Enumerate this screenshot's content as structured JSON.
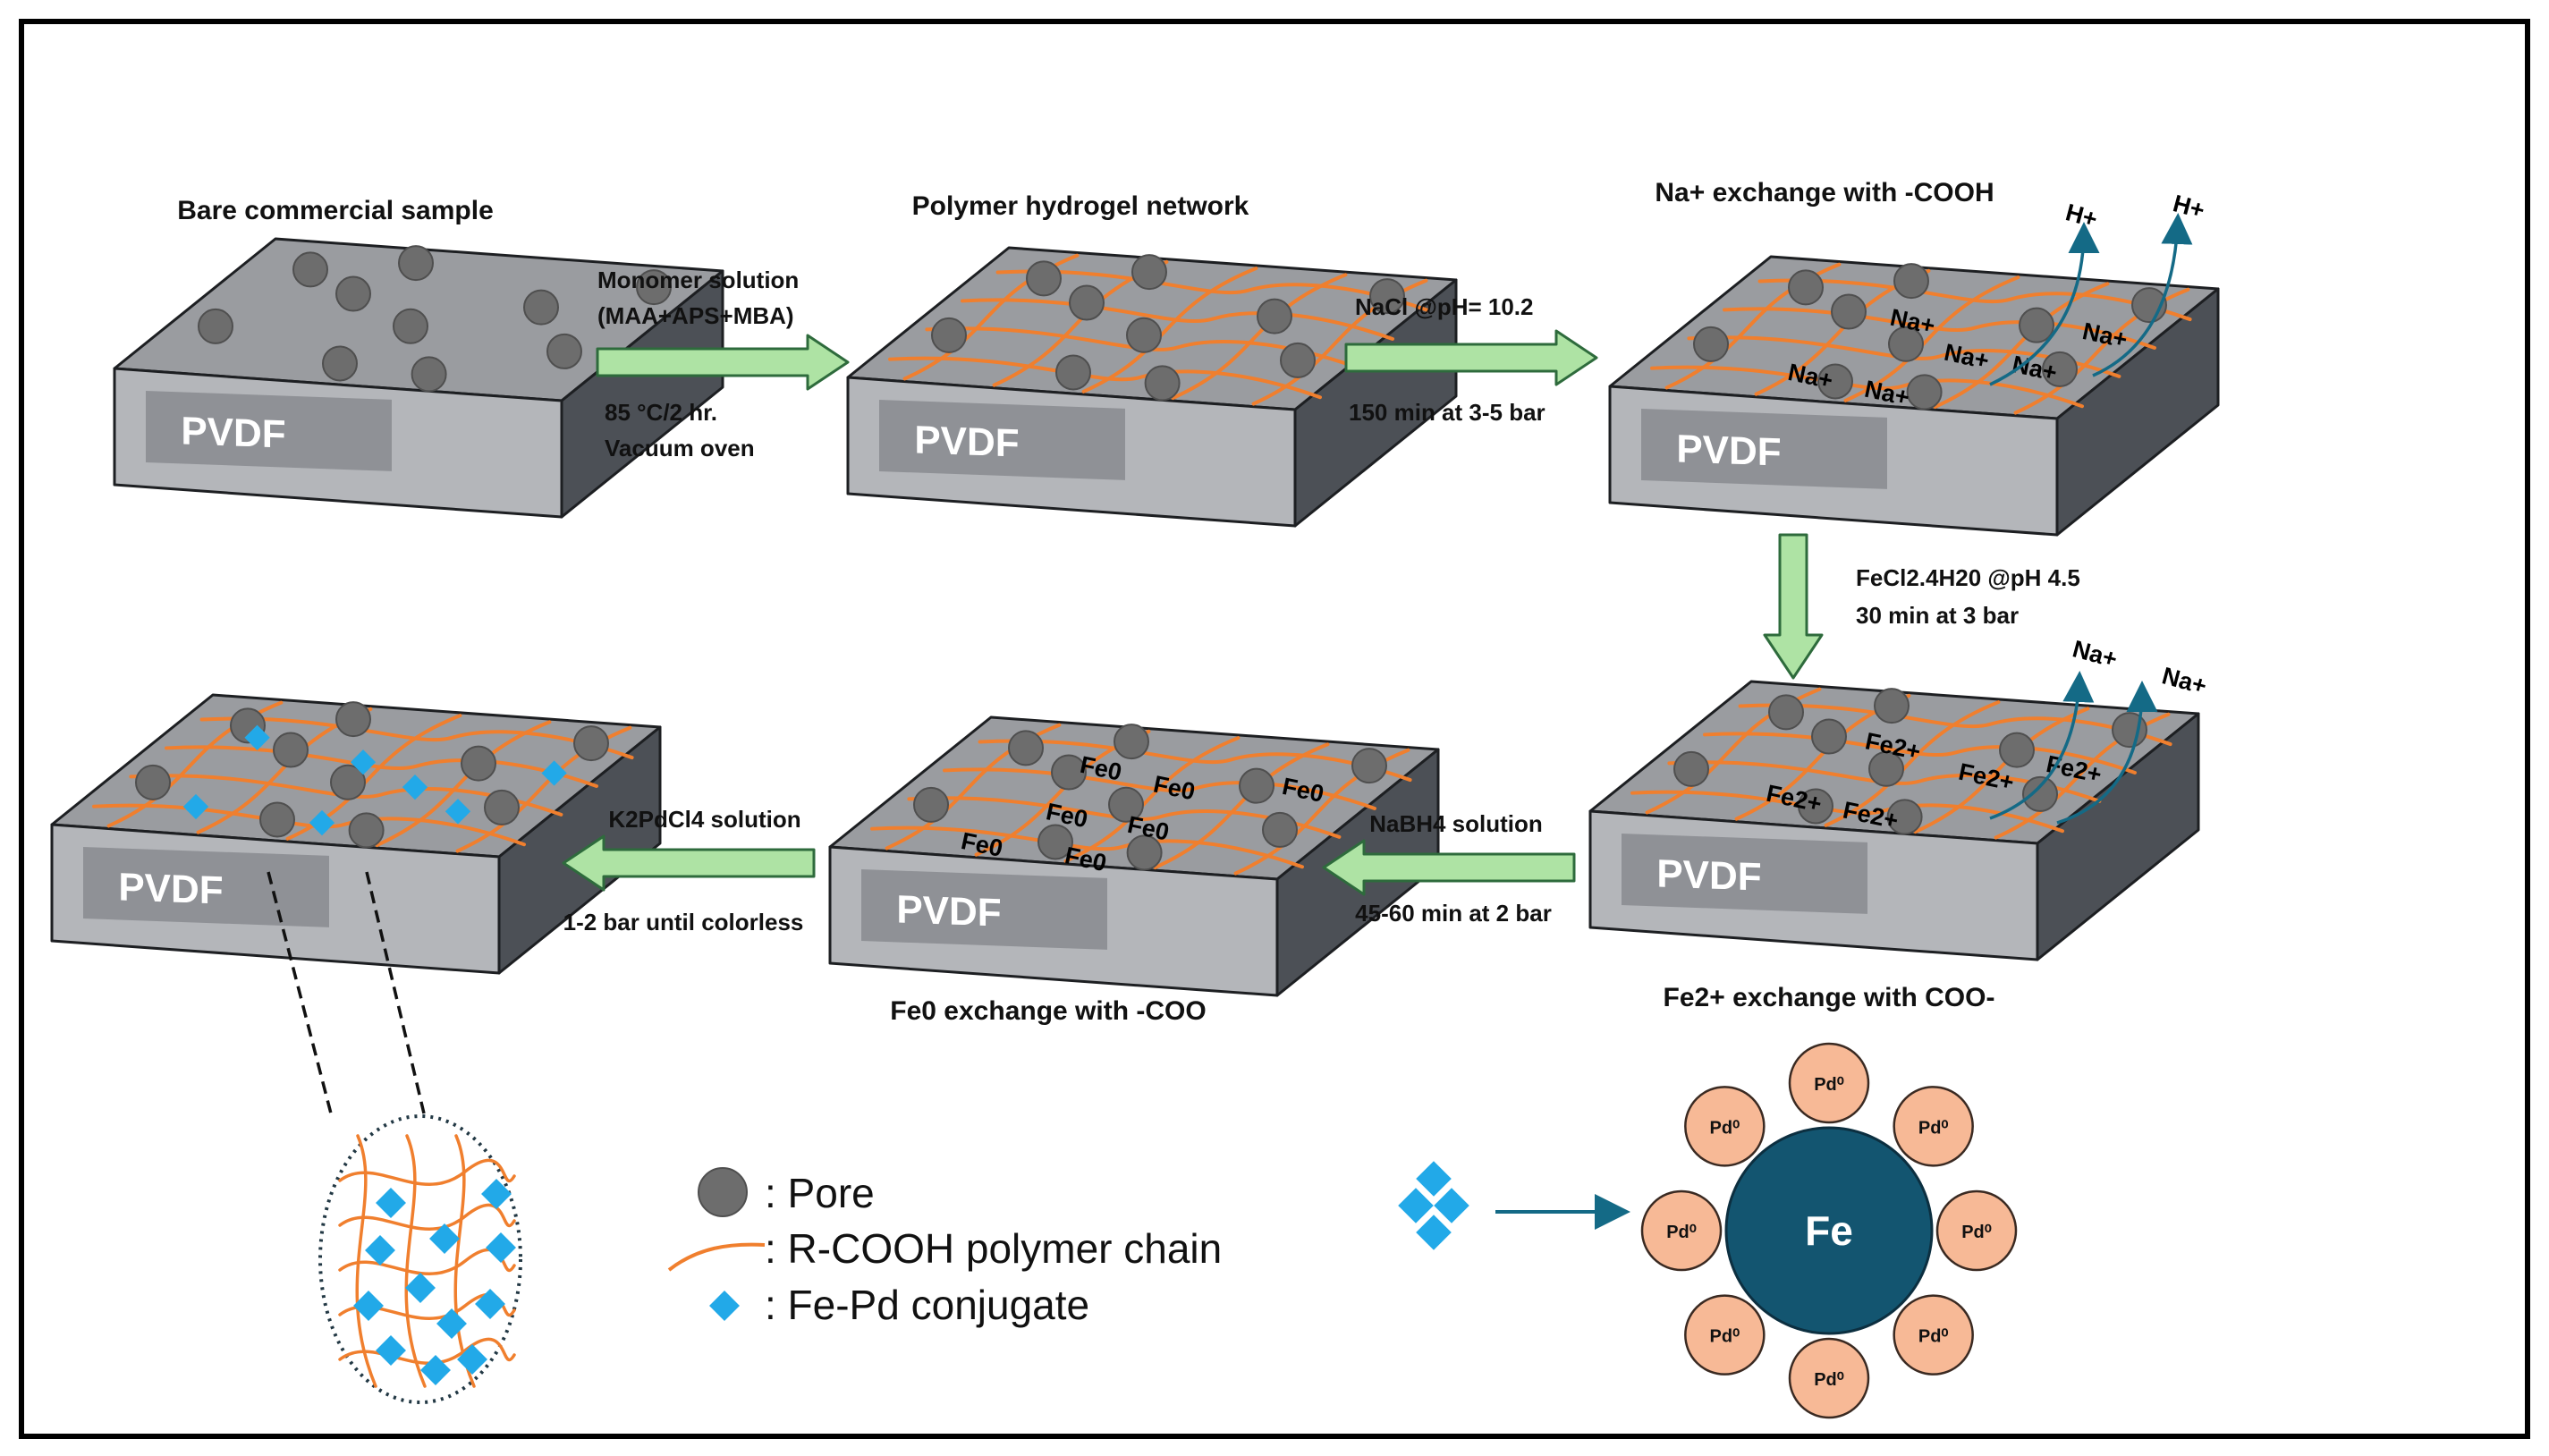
{
  "colors": {
    "border": "#000000",
    "block_top": "#9a9ca0",
    "block_front": "#b4b6ba",
    "block_side": "#4c5056",
    "pvdf_label_bg": "#8f9196",
    "pore": "#6d6d6d",
    "polymer_chain": "#f07f2e",
    "fe_pd_conjugate": "#22a9e8",
    "process_arrow_fill": "#aee3a4",
    "process_arrow_stroke": "#2e6b3c",
    "ion_release_arrow": "#146a86",
    "fe_core": "#135570",
    "pd_shell": "#f7b996"
  },
  "icons": [
    "pore-icon",
    "polymer-chain-icon",
    "fe-pd-conjugate-icon",
    "curved-arrow-icon",
    "block-arrow-icon"
  ],
  "samples": {
    "pvdf_label": "PVDF",
    "bare": {
      "title": "Bare commercial sample"
    },
    "hydrogel": {
      "title": "Polymer hydrogel network"
    },
    "na": {
      "title": "Na+ exchange with -COOH",
      "ion": "Na+",
      "released_ion": "H+"
    },
    "fe2": {
      "title": "Fe2+ exchange with COO-",
      "ion": "Fe2+",
      "released_ion": "Na+"
    },
    "fe0": {
      "title": "Fe0 exchange with -COO",
      "ion": "Fe0"
    },
    "final": {
      "title": ""
    }
  },
  "steps": {
    "step1": {
      "top": [
        "Monomer solution",
        "(MAA+APS+MBA)"
      ],
      "bottom": [
        "85 °C/2 hr.",
        "Vacuum oven"
      ]
    },
    "step2": {
      "top": [
        "NaCl @pH= 10.2"
      ],
      "bottom": [
        "150 min at 3-5 bar"
      ]
    },
    "step3": {
      "lines": [
        "FeCl2.4H20 @pH 4.5",
        "30 min at 3 bar"
      ]
    },
    "step4": {
      "top": [
        "NaBH4 solution"
      ],
      "bottom": [
        "45-60 min at 2 bar"
      ]
    },
    "step5": {
      "top": [
        "K2PdCl4 solution"
      ],
      "bottom": [
        "1-2 bar until colorless"
      ]
    }
  },
  "legend": {
    "pore": ": Pore",
    "chain": ": R-COOH polymer chain",
    "conjugate": ": Fe-Pd conjugate"
  },
  "nanoparticle": {
    "core_label": "Fe",
    "shell_label": "Pd⁰",
    "shell_count": 8
  }
}
